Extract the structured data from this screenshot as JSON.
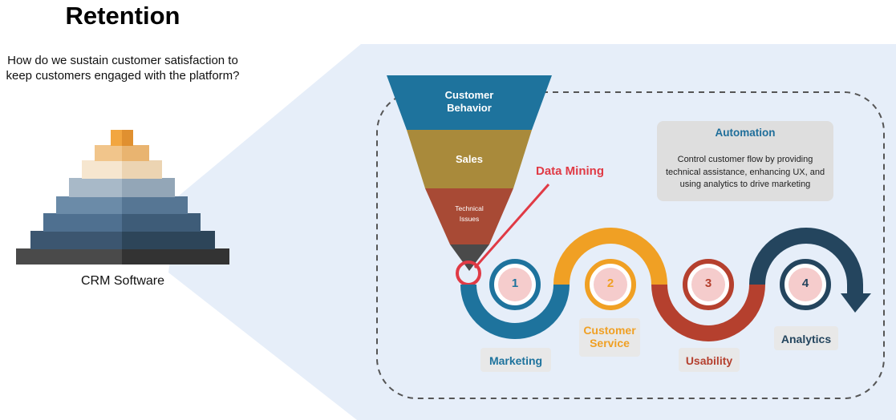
{
  "title": "Retention",
  "question": "How do we sustain customer satisfaction to keep customers engaged with the platform?",
  "pyramid_label": "CRM Software",
  "funnel": {
    "layers": [
      "Customer Behavior",
      "Sales",
      "Technical Issues"
    ],
    "colors": [
      "#1e739d",
      "#a98a3b",
      "#a84a35",
      "#4a4a4a"
    ]
  },
  "data_mining_label": "Data Mining",
  "automation": {
    "title": "Automation",
    "body": "Control customer flow by providing technical assistance, enhancing UX, and using analytics to drive marketing"
  },
  "stages": [
    {
      "number": "1",
      "label": "Marketing",
      "color": "#1e739d"
    },
    {
      "number": "2",
      "label": "Customer Service",
      "color": "#f0a024"
    },
    {
      "number": "3",
      "label": "Usability",
      "color": "#b5402e"
    },
    {
      "number": "4",
      "label": "Analytics",
      "color": "#24455e"
    }
  ],
  "colors": {
    "panel_bg": "#e6eef9",
    "badge_fill": "#f5cccc",
    "highlight_red": "#e03a45",
    "dashed_border": "#555555"
  }
}
